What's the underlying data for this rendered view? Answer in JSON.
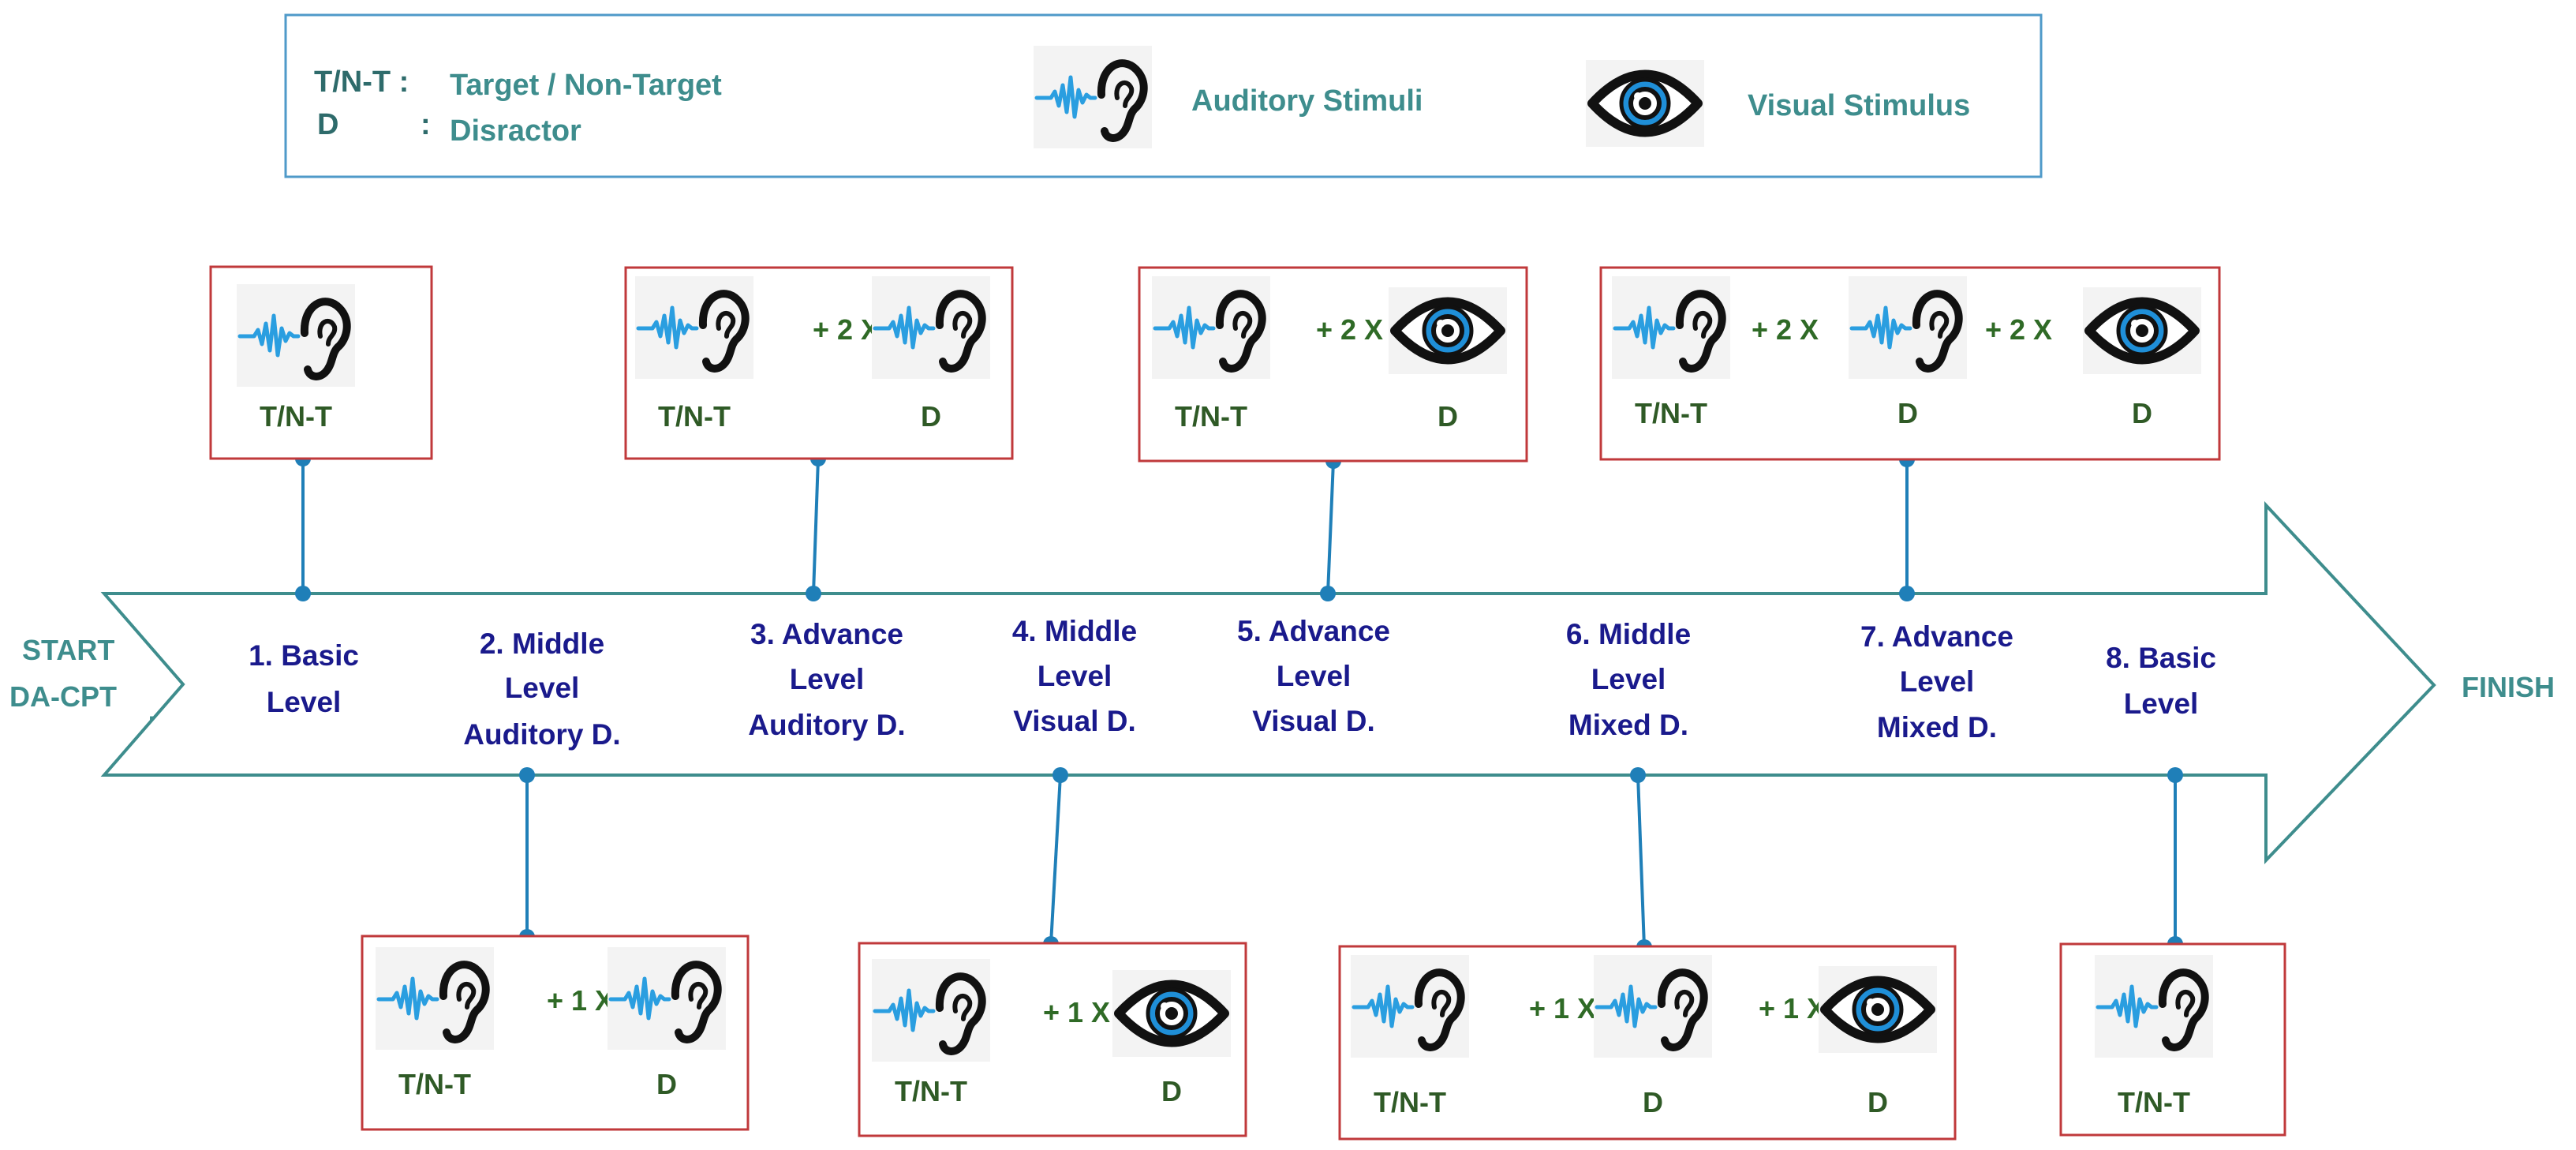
{
  "legend": {
    "tnt_key": "T/N-T :",
    "tnt_value": "Target / Non-Target",
    "d_key": "D",
    "d_sep": ":",
    "d_value": "Disractor",
    "auditory_label": "Auditory Stimuli",
    "visual_label": "Visual Stimulus",
    "icons": [
      "auditory-stimulus-icon",
      "visual-stimulus-icon"
    ]
  },
  "timeline": {
    "start": [
      "START",
      "DA-CPT"
    ],
    "start_mark": ".",
    "finish": "FINISH",
    "levels": [
      {
        "lines": [
          "1. Basic",
          "Level"
        ]
      },
      {
        "lines": [
          "2. Middle",
          "Level",
          "Auditory D."
        ]
      },
      {
        "lines": [
          "3. Advance",
          "Level",
          "Auditory D."
        ]
      },
      {
        "lines": [
          "4. Middle",
          "Level",
          "Visual D."
        ]
      },
      {
        "lines": [
          "5. Advance",
          "Level",
          "Visual D."
        ]
      },
      {
        "lines": [
          "6. Middle",
          "Level",
          "Mixed D."
        ]
      },
      {
        "lines": [
          "7. Advance",
          "Level",
          "Mixed D."
        ]
      },
      {
        "lines": [
          "8. Basic",
          "Level"
        ]
      }
    ]
  },
  "level_boxes": [
    {
      "level": 1,
      "items": [
        {
          "icon": "auditory",
          "label": "T/N-T"
        }
      ]
    },
    {
      "level": 2,
      "items": [
        {
          "icon": "auditory",
          "label": "T/N-T"
        },
        {
          "mult": "+ 1 X"
        },
        {
          "icon": "auditory",
          "label": "D"
        }
      ]
    },
    {
      "level": 3,
      "items": [
        {
          "icon": "auditory",
          "label": "T/N-T"
        },
        {
          "mult": "+ 2 X"
        },
        {
          "icon": "auditory",
          "label": "D"
        }
      ]
    },
    {
      "level": 4,
      "items": [
        {
          "icon": "auditory",
          "label": "T/N-T"
        },
        {
          "mult": "+ 1 X"
        },
        {
          "icon": "visual",
          "label": "D"
        }
      ]
    },
    {
      "level": 5,
      "items": [
        {
          "icon": "auditory",
          "label": "T/N-T"
        },
        {
          "mult": "+ 2 X"
        },
        {
          "icon": "visual",
          "label": "D"
        }
      ]
    },
    {
      "level": 6,
      "items": [
        {
          "icon": "auditory",
          "label": "T/N-T"
        },
        {
          "mult": "+ 1 X"
        },
        {
          "icon": "auditory",
          "label": "D"
        },
        {
          "mult": "+ 1 X"
        },
        {
          "icon": "visual",
          "label": "D"
        }
      ]
    },
    {
      "level": 7,
      "items": [
        {
          "icon": "auditory",
          "label": "T/N-T"
        },
        {
          "mult": "+ 2 X"
        },
        {
          "icon": "auditory",
          "label": "D"
        },
        {
          "mult": "+ 2 X"
        },
        {
          "icon": "visual",
          "label": "D"
        }
      ]
    },
    {
      "level": 8,
      "items": [
        {
          "icon": "auditory",
          "label": "T/N-T"
        }
      ]
    }
  ],
  "colors": {
    "box_border": "#c0393b",
    "connector": "#1f7fb8",
    "arrow_outline": "#3e8d8d",
    "legend_border": "#4f9ac9",
    "wave": "#2a9ee0",
    "eye_iris": "#1f8fd8"
  }
}
